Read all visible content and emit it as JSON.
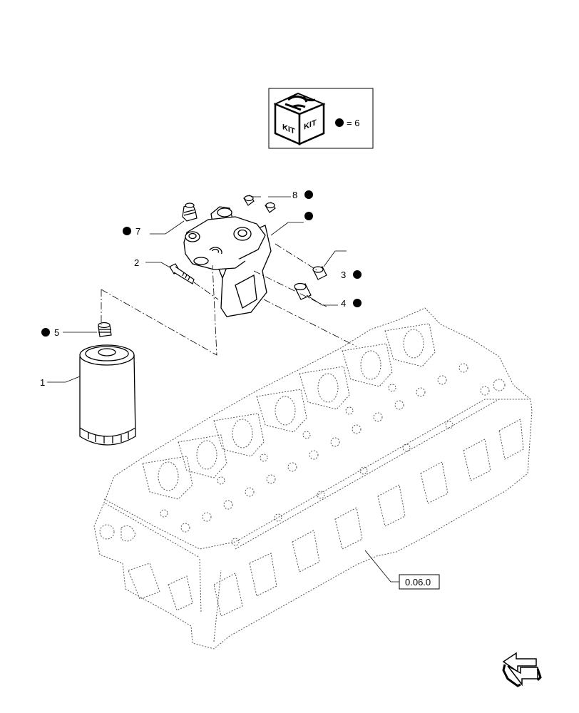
{
  "legend": {
    "kit_word_left": "KIT",
    "kit_word_right": "KIT",
    "kit_equals": "= 6"
  },
  "callouts": [
    {
      "id": "1",
      "label": "1",
      "kit_item": false
    },
    {
      "id": "2",
      "label": "2",
      "kit_item": false
    },
    {
      "id": "3",
      "label": "3",
      "kit_item": true
    },
    {
      "id": "4",
      "label": "4",
      "kit_item": true
    },
    {
      "id": "5",
      "label": "5",
      "kit_item": true
    },
    {
      "id": "7",
      "label": "7",
      "kit_item": true
    },
    {
      "id": "8",
      "label": "8",
      "kit_item": true
    },
    {
      "id": "housing",
      "label": "",
      "kit_item": true
    }
  ],
  "reference": {
    "label": "0.06.0"
  },
  "nav_arrow_icon": "double-arrow-icon",
  "colors": {
    "ink": "#000000",
    "paper": "#ffffff",
    "phantom": "#555555"
  }
}
